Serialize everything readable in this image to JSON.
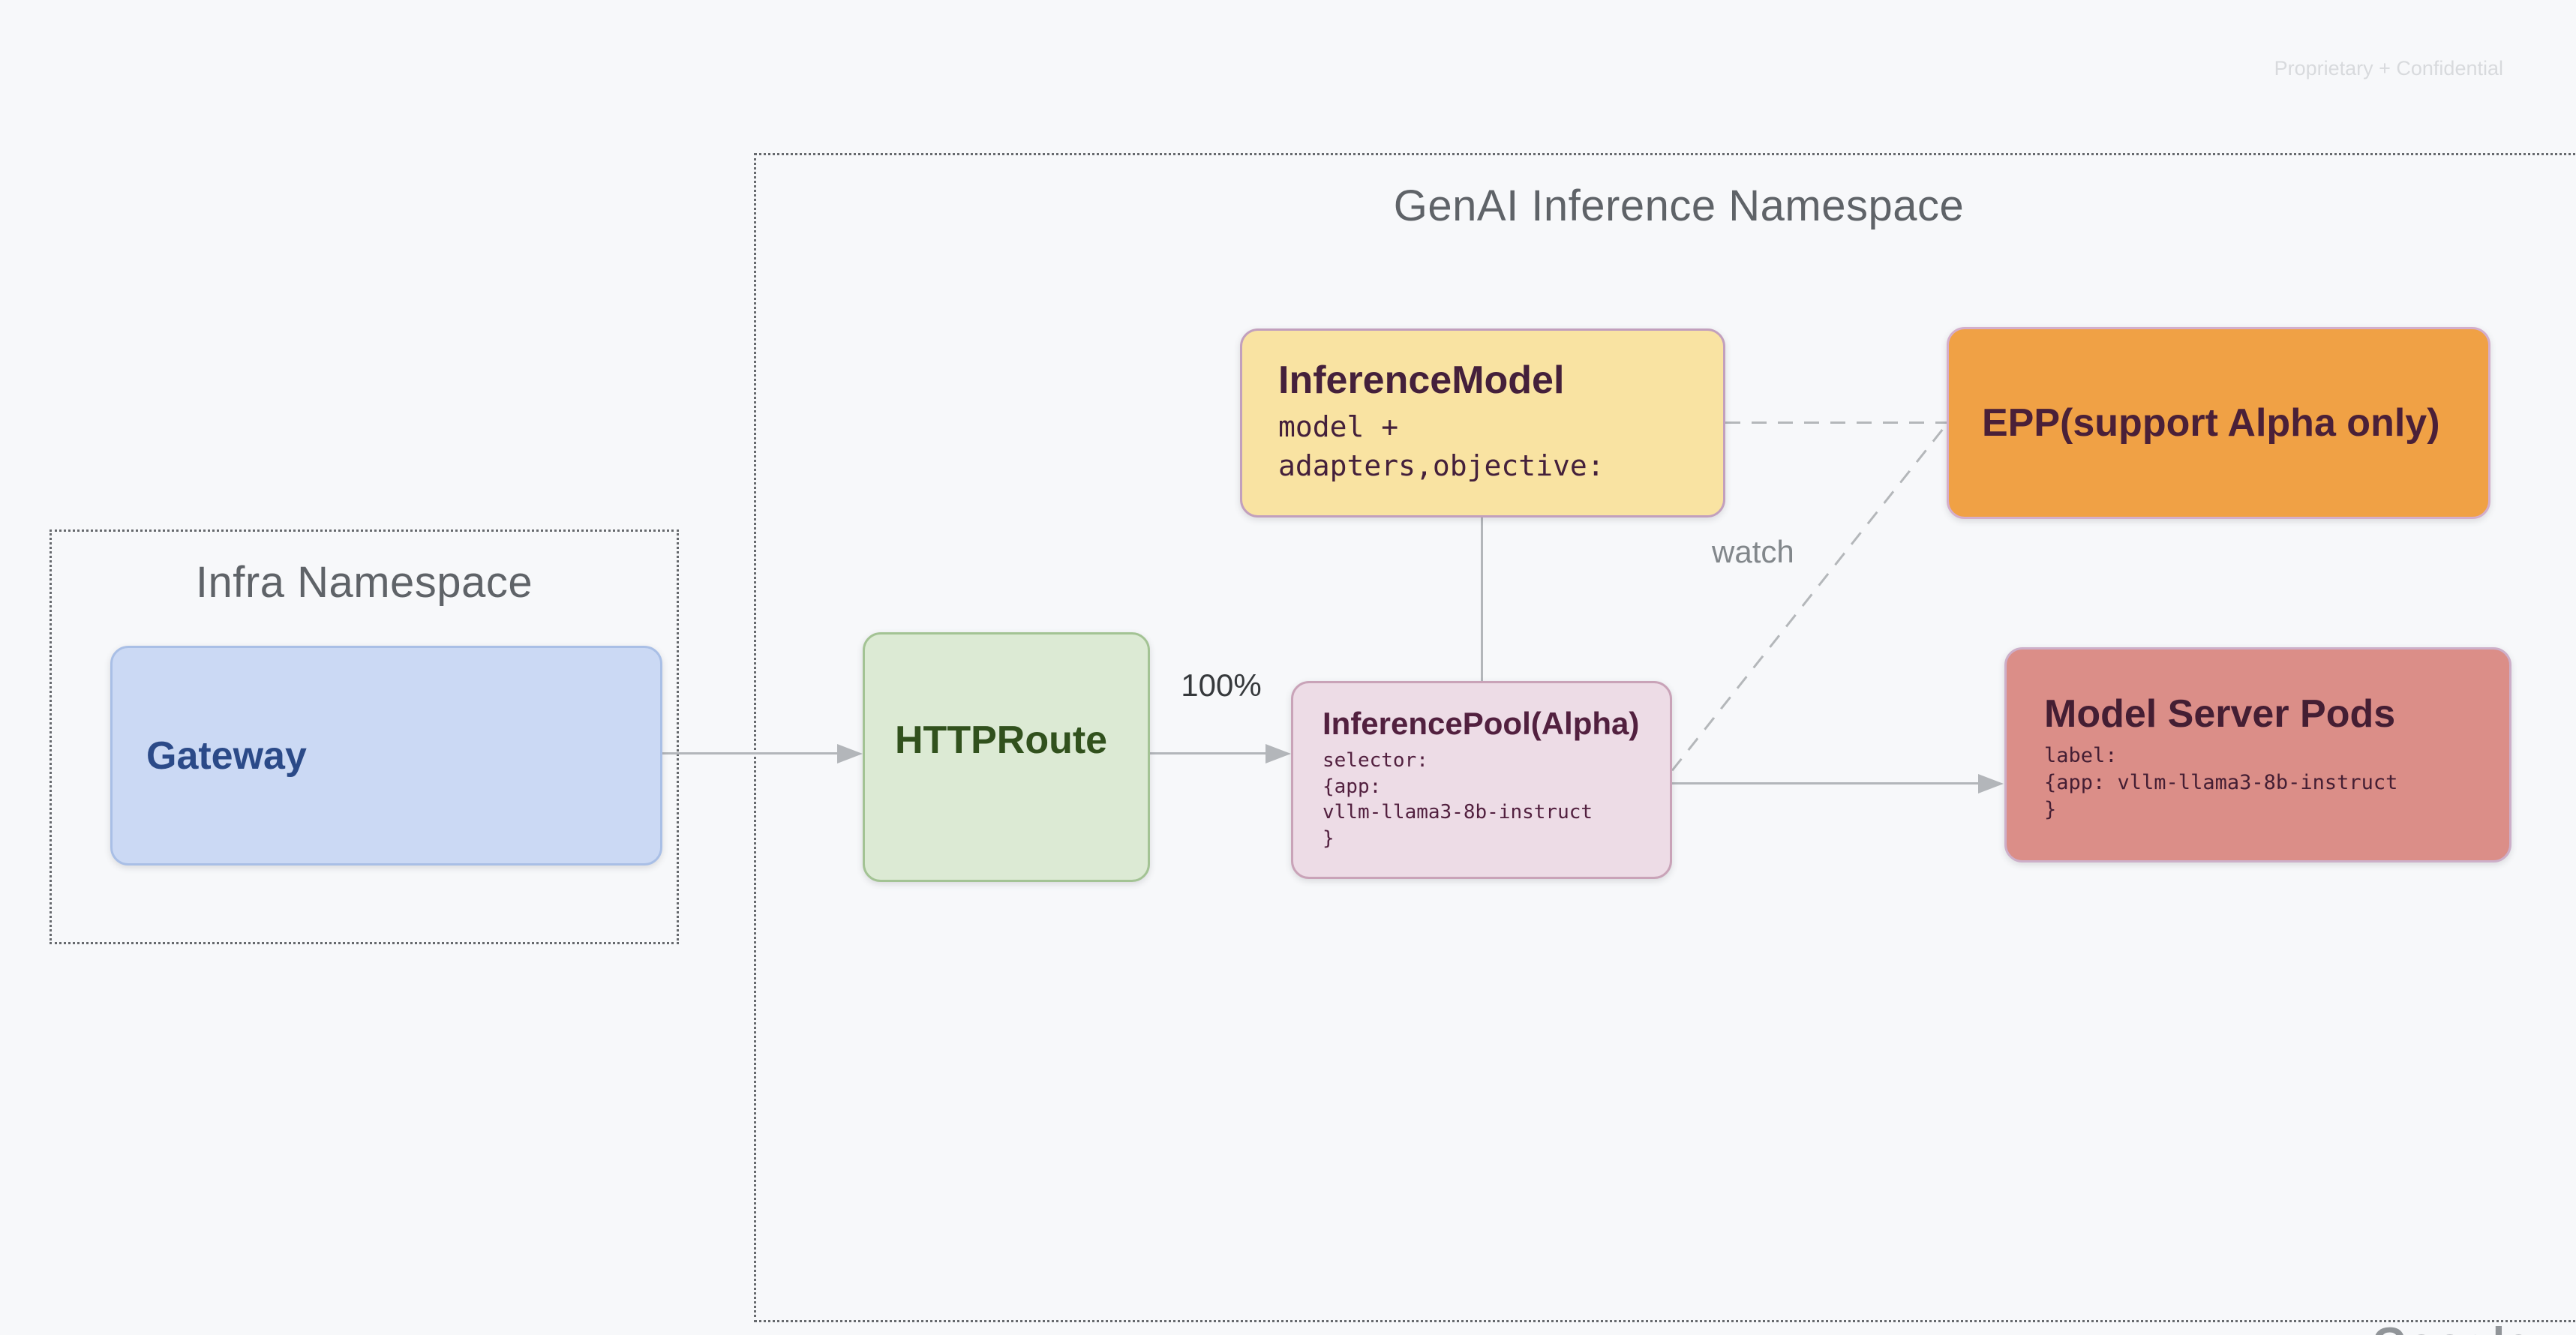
{
  "page": {
    "confidential_note": "Proprietary + Confidential",
    "brand_watermark": "Google",
    "background_color": "#f7f8fa"
  },
  "namespaces": {
    "infra": {
      "title": "Infra Namespace"
    },
    "genai": {
      "title": "GenAI Inference Namespace"
    }
  },
  "nodes": {
    "gateway": {
      "title": "Gateway",
      "fill": "#cbd9f4",
      "border": "#a9bfe6",
      "text_color": "#2b4a88"
    },
    "httproute": {
      "title": "HTTPRoute",
      "fill": "#dcead4",
      "border": "#a3c394",
      "text_color": "#31511d"
    },
    "inference_model": {
      "title": "InferenceModel",
      "body": "model +\nadapters,objective:",
      "fill": "#f9e3a2",
      "border": "#c2a0bd",
      "text_color": "#44203b"
    },
    "epp": {
      "title": "EPP(support Alpha only)",
      "fill": "#f0a145",
      "border": "#d4aecb",
      "text_color": "#4a2038"
    },
    "inference_pool": {
      "title": "InferencePool(Alpha)",
      "body": "selector:\n{app:\nvllm-llama3-8b-instruct\n}",
      "fill": "#eddce6",
      "border": "#c9a3b8",
      "text_color": "#52203f"
    },
    "model_server_pods": {
      "title": "Model Server Pods",
      "body": "label:\n{app: vllm-llama3-8b-instruct\n}",
      "fill": "#db8e88",
      "border": "#cdafc9",
      "text_color": "#441e33"
    }
  },
  "edges": {
    "gateway_to_httproute": {
      "type": "arrow",
      "label": ""
    },
    "httproute_to_inference_pool": {
      "type": "arrow",
      "label": "100%"
    },
    "inference_model_to_inference_pool": {
      "type": "line",
      "label": ""
    },
    "inference_pool_to_model_server_pods": {
      "type": "arrow",
      "label": ""
    },
    "inference_model_to_epp": {
      "type": "dashed-line",
      "label": ""
    },
    "inference_pool_to_epp": {
      "type": "dashed-line",
      "label": "watch"
    }
  }
}
